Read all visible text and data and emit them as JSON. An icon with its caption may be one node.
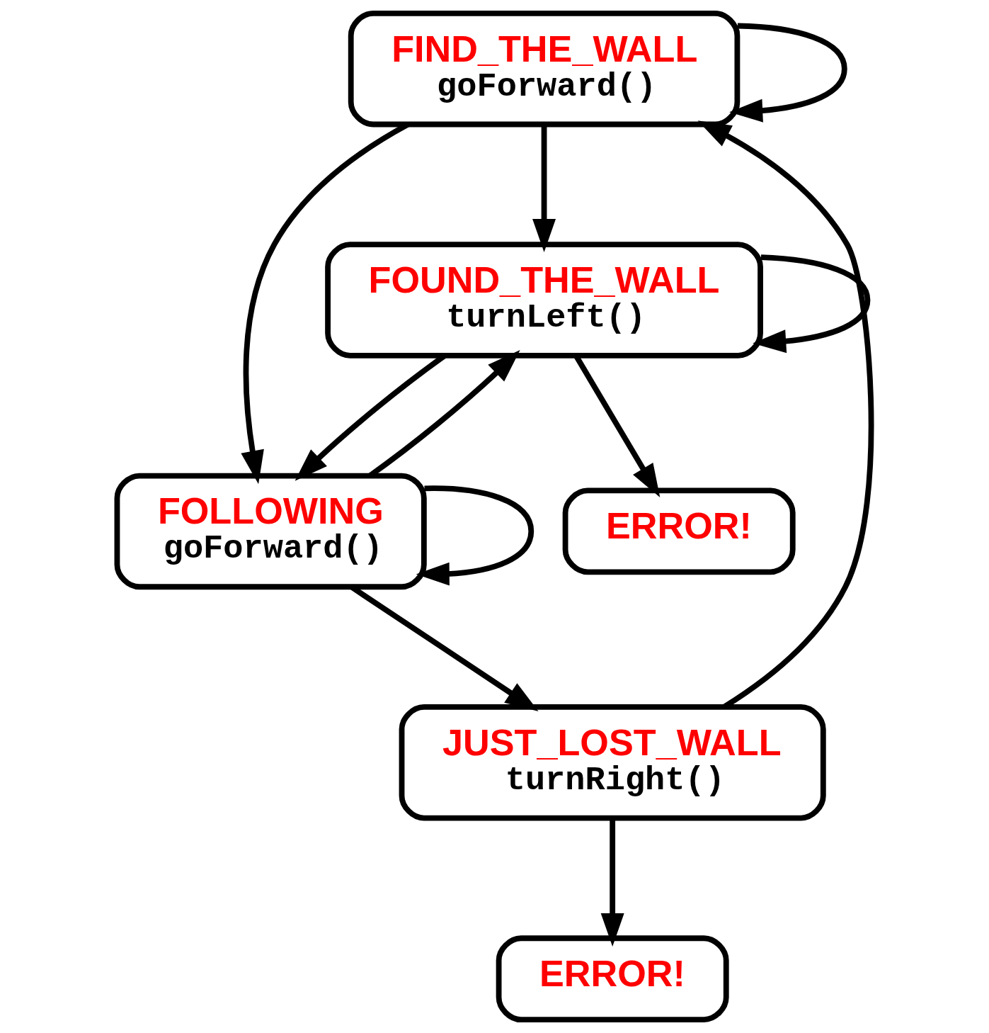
{
  "diagram": {
    "nodes": [
      {
        "text": [
          "FIND_THE_WALL",
          "goForward()"
        ]
      },
      {
        "text": [
          "ERROR!"
        ]
      },
      {
        "text": [
          "FOUND_THE_WALL",
          "turnLeft()"
        ]
      },
      {
        "text": [
          "JUST_LOST_WALL",
          "turnRight()"
        ]
      },
      {
        "text": [
          "FOLLOWING",
          "goForward()"
        ]
      },
      {
        "text": [
          "ERROR!"
        ]
      }
    ],
    "edges": [
      {
        "from": 0,
        "to": 0,
        "arrow": "to"
      },
      {
        "from": 0,
        "to": 2,
        "arrow": "to"
      },
      {
        "from": 0,
        "to": 4,
        "arrow": "to"
      },
      {
        "from": 3,
        "to": 0,
        "arrow": "to"
      },
      {
        "from": 3,
        "to": 1,
        "arrow": "to"
      },
      {
        "from": 2,
        "to": 2,
        "arrow": "to"
      },
      {
        "from": 2,
        "to": 5,
        "arrow": "to"
      },
      {
        "from": 2,
        "to": 4,
        "arrow": "to"
      },
      {
        "from": 4,
        "to": 2,
        "arrow": "to"
      },
      {
        "from": 4,
        "to": 3,
        "arrow": "to"
      },
      {
        "from": 4,
        "to": 4,
        "arrow": "to"
      }
    ]
  }
}
